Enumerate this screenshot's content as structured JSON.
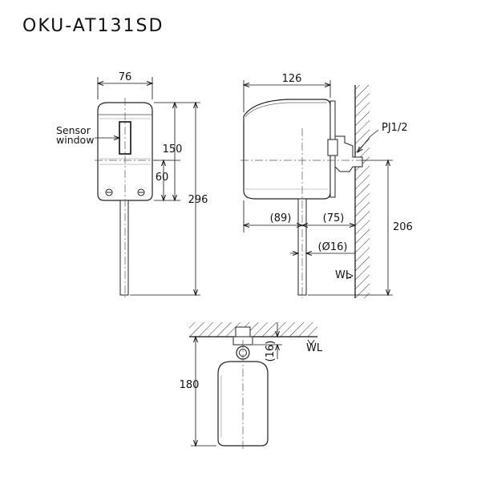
{
  "title": "OKU-AT131SD",
  "front": {
    "width": "76",
    "height_body": "150",
    "sensor_height": "60",
    "total_height": "296",
    "sensor_label_1": "Sensor",
    "sensor_label_2": "window"
  },
  "side": {
    "depth": "126",
    "left_offset": "(89)",
    "right_offset": "(75)",
    "pipe_dia": "(Ø16)",
    "pipe_thread": "PJ1/2",
    "height_from_wl": "206",
    "wl": "WL"
  },
  "bottom": {
    "height": "180",
    "pipe_gap": "(16)",
    "wl": "WL"
  }
}
